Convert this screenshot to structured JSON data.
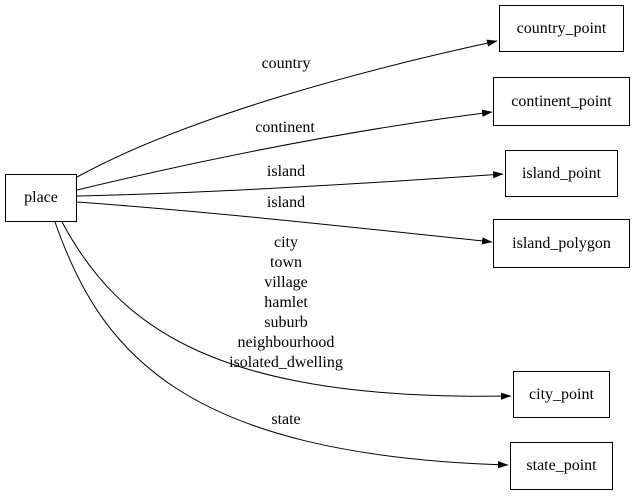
{
  "diagram": {
    "type": "directed-graph",
    "background_color": "#ffffff",
    "line_color": "#000000",
    "text_color": "#000000",
    "node_fill_color": "#ffffff",
    "node_border_color": "#000000",
    "nodes": [
      {
        "id": "place",
        "label": "place"
      },
      {
        "id": "country_point",
        "label": "country_point"
      },
      {
        "id": "continent_point",
        "label": "continent_point"
      },
      {
        "id": "island_point",
        "label": "island_point"
      },
      {
        "id": "island_polygon",
        "label": "island_polygon"
      },
      {
        "id": "city_point",
        "label": "city_point"
      },
      {
        "id": "state_point",
        "label": "state_point"
      }
    ],
    "edges": [
      {
        "from": "place",
        "to": "country_point",
        "label": "country"
      },
      {
        "from": "place",
        "to": "continent_point",
        "label": "continent"
      },
      {
        "from": "place",
        "to": "island_point",
        "label": "island"
      },
      {
        "from": "place",
        "to": "island_polygon",
        "label": "island"
      },
      {
        "from": "place",
        "to": "city_point",
        "label_lines": [
          "city",
          "town",
          "village",
          "hamlet",
          "suburb",
          "neighbourhood",
          "isolated_dwelling"
        ]
      },
      {
        "from": "place",
        "to": "state_point",
        "label": "state"
      }
    ]
  }
}
